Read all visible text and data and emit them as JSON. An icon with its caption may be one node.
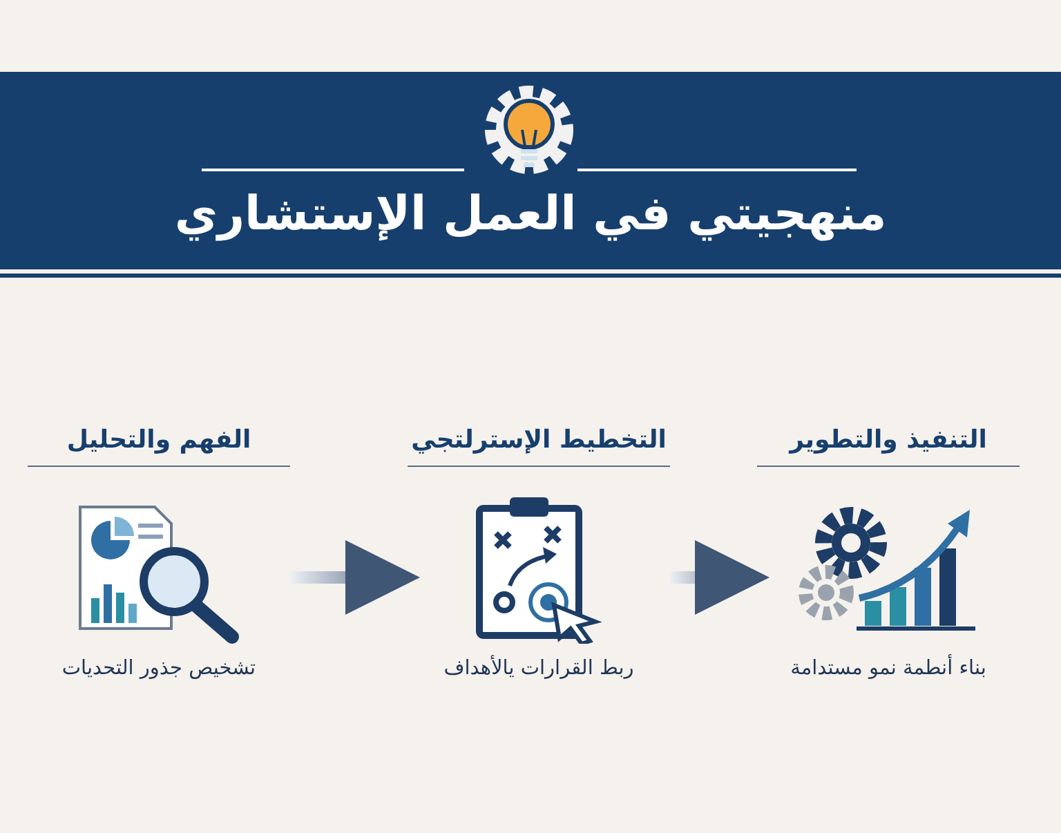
{
  "diagram": {
    "title": "منهجيتي في العمل الإستشاري",
    "nodes": [
      {
        "text": [
          "الفهم والتحليل",
          "تشخيص جذور التحديات"
        ]
      },
      {
        "text": [
          "التخطيط الإسترلتجي",
          "ربط القرارات يالأهداف"
        ]
      },
      {
        "text": [
          "التنفيذ والتطوير",
          "بناء أنطمة نمو مستدامة"
        ]
      }
    ],
    "edges": [
      {
        "from": 0,
        "to": 1,
        "arrow": "to"
      },
      {
        "from": 1,
        "to": 2,
        "arrow": "to"
      }
    ]
  }
}
